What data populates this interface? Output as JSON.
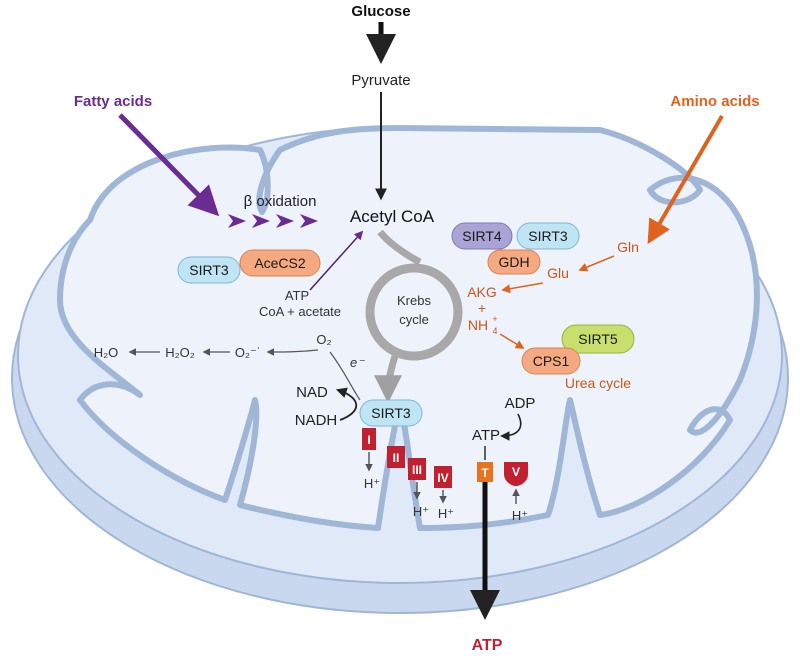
{
  "inputs": {
    "glucose": "Glucose",
    "pyruvate": "Pyruvate",
    "fatty_acids": "Fatty acids",
    "amino_acids": "Amino acids",
    "beta_oxidation": "β oxidation",
    "acetyl_coa": "Acetyl CoA"
  },
  "proteins": {
    "sirt3_left": "SIRT3",
    "acecs2": "AceCS2",
    "sirt4": "SIRT4",
    "sirt3_right": "SIRT3",
    "gdh": "GDH",
    "sirt5": "SIRT5",
    "cps1": "CPS1",
    "sirt3_bottom": "SIRT3"
  },
  "metabolites": {
    "atp_small": "ATP",
    "coa_acetate": "CoA  + acetate",
    "gln": "Gln",
    "glu": "Glu",
    "akg": "AKG",
    "plus": "+",
    "nh4": "NH",
    "nh4_sup": "+",
    "nh4_sub": "4",
    "urea_cycle": "Urea cycle",
    "krebs_1": "Krebs",
    "krebs_2": "cycle",
    "h2o": "H₂O",
    "h2o2": "H₂O₂",
    "o2_radical": "O₂⁻˙",
    "o2": "O₂",
    "electron": "e⁻",
    "nad": "NAD",
    "nadh": "NADH",
    "adp": "ADP",
    "atp_mid": "ATP",
    "atp_out": "ATP",
    "h_plus": "H⁺"
  },
  "complexes": [
    "I",
    "II",
    "III",
    "IV",
    "V",
    "T"
  ],
  "colors": {
    "membrane_fill": "#dde8f6",
    "membrane_stroke": "#9fb6d6",
    "purple": "#6a2c91",
    "orange": "#e0621f",
    "complex_red": "#c0202f",
    "complex_t": "#e8731e",
    "sirt_blue": "#bfe4f4",
    "sirt4_purple": "#a9a3d6",
    "sirt5_green": "#c8df6e",
    "acecs2_orange": "#f4a981"
  }
}
